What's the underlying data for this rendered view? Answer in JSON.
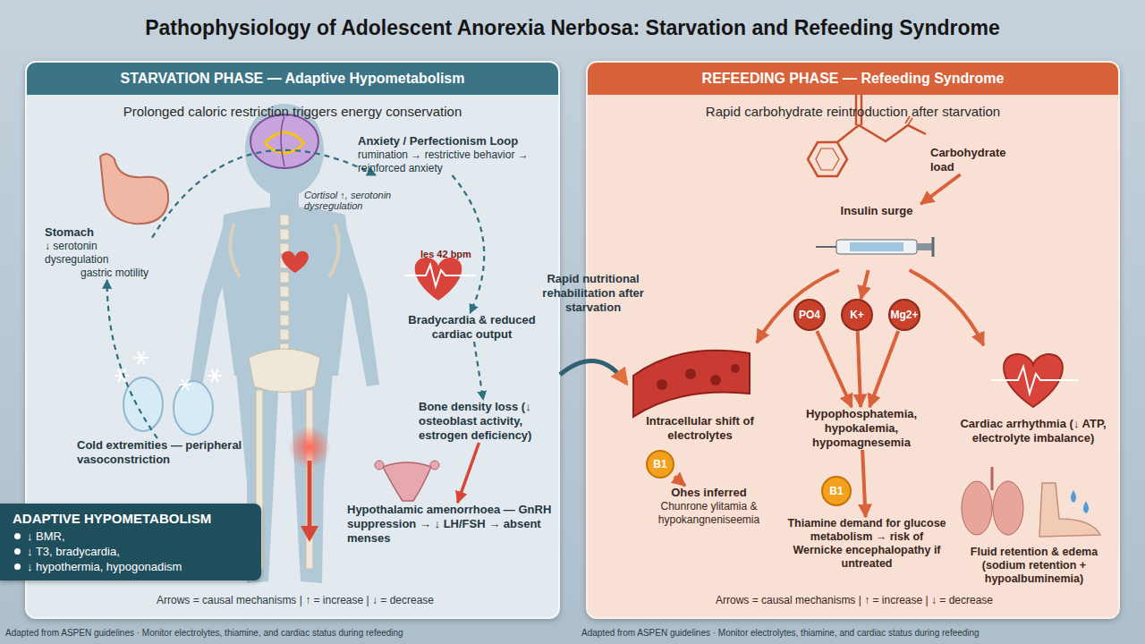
{
  "diagram": {
    "title": "Pathophysiology of Adolescent Anorexia Nerbosa: Starvation and Refeeding Syndrome",
    "nodes": [
      {
        "text": [
          "STARVATION PHASE — Adaptive Hypometabolism",
          "Prolonged caloric restriction triggers energy conservation"
        ]
      },
      {
        "text": [
          "Anxiety / Perfectionism Loop",
          "rumination → restrictive behavior → reinforced anxiety"
        ],
        "in": 0
      },
      {
        "text": [
          "Stomach",
          "↓ serotonin dysregulation",
          "gastric motility"
        ],
        "in": 0
      },
      {
        "text": [
          "Bradycardia & reduced cardiac output"
        ],
        "in": 0
      },
      {
        "text": [
          "Bone density loss (↓ osteoblast activity, estrogen deficiency)"
        ],
        "in": 0
      },
      {
        "text": [
          "Cold extremities — peripheral vasoconstriction"
        ],
        "in": 0
      },
      {
        "text": [
          "Hypothalamic amenorrhoea — GnRH suppression → ↓ LH/FSH → absent menses"
        ],
        "in": 0
      },
      {
        "text": [
          "ADAPTIVE HYPOMETABOLISM",
          "↓ BMR,",
          "↓ T3, bradycardia,",
          "↓ hypothermia, hypogonadism"
        ]
      },
      {
        "text": [
          "REFEEDING PHASE — Refeeding Syndrome",
          "Rapid carbohydrate reintroduction after starvation"
        ]
      },
      {
        "text": [
          "Carbohydrate load"
        ],
        "in": 8
      },
      {
        "text": [
          "Insulin surge"
        ],
        "in": 8
      },
      {
        "text": [
          "Intracellular shift of electrolytes"
        ],
        "in": 8
      },
      {
        "text": [
          "PO4"
        ],
        "in": 8
      },
      {
        "text": [
          "K+"
        ],
        "in": 8
      },
      {
        "text": [
          "Mg2+"
        ],
        "in": 8
      },
      {
        "text": [
          "Hypophosphatemia, hypokalemia, hypomagnesemia"
        ],
        "in": 8
      },
      {
        "text": [
          "Cardiac arrhythmia (↓ ATP, electrolyte imbalance)"
        ],
        "in": 8
      },
      {
        "text": [
          "B1"
        ],
        "in": 8
      },
      {
        "text": [
          "Ohes inferred",
          "Chunrone ylitamia & hypokangneniseemia"
        ],
        "in": 8
      },
      {
        "text": [
          "B1"
        ],
        "in": 8
      },
      {
        "text": [
          "Thiamine demand for glucose metabolism → risk of Wernicke encephalopathy if untreated"
        ],
        "in": 8
      },
      {
        "text": [
          "Fluid retention & edema (sodium retention + hypoalbuminemia)"
        ],
        "in": 8
      }
    ],
    "edges": [
      {
        "from": 1,
        "to": 3,
        "arrow": "to"
      },
      {
        "from": 3,
        "to": 4,
        "arrow": "to"
      },
      {
        "from": 4,
        "to": 6,
        "arrow": "to"
      },
      {
        "from": 5,
        "to": 2,
        "arrow": "to"
      },
      {
        "from": 2,
        "to": 1,
        "arrow": "to"
      },
      {
        "from": 0,
        "to": 11,
        "label": "Rapid nutritional rehabilitation after starvation",
        "arrow": "to"
      },
      {
        "from": 9,
        "to": 10,
        "arrow": "to"
      },
      {
        "from": 10,
        "to": 11,
        "arrow": "to"
      },
      {
        "from": 10,
        "to": 13,
        "arrow": "to"
      },
      {
        "from": 10,
        "to": 16,
        "arrow": "to"
      },
      {
        "from": 12,
        "to": 15,
        "arrow": "to"
      },
      {
        "from": 13,
        "to": 15,
        "arrow": "to"
      },
      {
        "from": 14,
        "to": 15,
        "arrow": "to"
      },
      {
        "from": 15,
        "to": 20,
        "arrow": "to"
      },
      {
        "from": 17,
        "to": 18,
        "arrow": "to"
      }
    ],
    "labels": [
      "Cortisol ↑, serotonin dysregulation",
      "les 42 bpm",
      "Arrows = causal mechanisms | ↑ = increase | ↓ = decrease",
      "Adapted from ASPEN guidelines · Monitor electrolytes, thiamine, and cardiac status during refeeding",
      "Arrows = causal mechanisms | ↑ = increase | ↓ = decrease",
      "Adapted from ASPEN guidelines · Monitor electrolytes, thiamine, and cardiac status during refeeding"
    ]
  }
}
